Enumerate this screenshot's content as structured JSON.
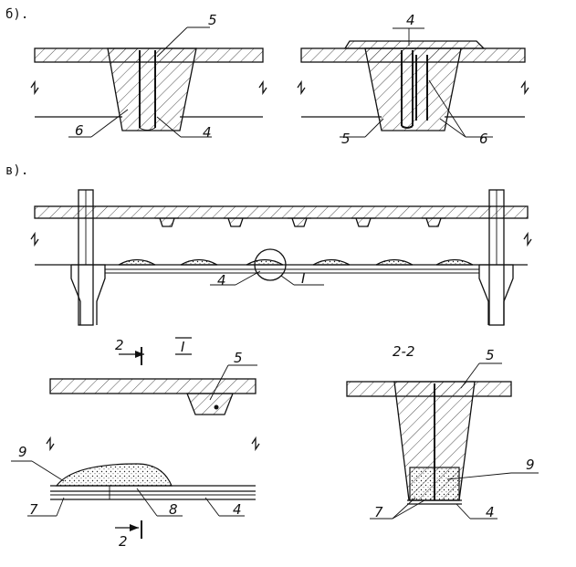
{
  "sections": {
    "b": "б).",
    "v": "в)."
  },
  "labels": {
    "b_left_5": "5",
    "b_left_6": "6",
    "b_left_4": "4",
    "b_right_4": "4",
    "b_right_5": "5",
    "b_right_6": "6",
    "v_4": "4",
    "v_I": "I",
    "d_2_top": "2",
    "d_I": "I",
    "d_5": "5",
    "d_9": "9",
    "d_7": "7",
    "d_8": "8",
    "d_4": "4",
    "d_2_bottom": "2",
    "s22_title": "2-2",
    "s22_5": "5",
    "s22_9": "9",
    "s22_7": "7",
    "s22_4": "4"
  }
}
